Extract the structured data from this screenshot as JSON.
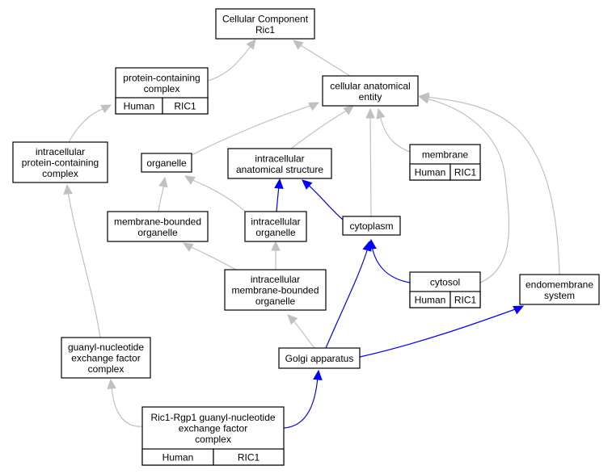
{
  "graph": {
    "colors": {
      "gray_edge": "#c0c0c0",
      "blue_edge": "#0000ff",
      "annotation_fill": "#ff6347",
      "node_border": "#000000"
    },
    "nodes": [
      {
        "id": "cc_ric1",
        "lines": [
          "Cellular Component",
          "Ric1"
        ]
      },
      {
        "id": "protein_containing_complex",
        "lines": [
          "protein-containing",
          "complex"
        ],
        "annotations": [
          "Human",
          "RIC1"
        ]
      },
      {
        "id": "cellular_anatomical_entity",
        "lines": [
          "cellular anatomical",
          "entity"
        ]
      },
      {
        "id": "intracellular_pcc",
        "lines": [
          "intracellular",
          "protein-containing",
          "complex"
        ]
      },
      {
        "id": "organelle",
        "lines": [
          "organelle"
        ]
      },
      {
        "id": "intracellular_anatomical_structure",
        "lines": [
          "intracellular",
          "anatomical structure"
        ]
      },
      {
        "id": "membrane",
        "lines": [
          "membrane"
        ],
        "annotations": [
          "Human",
          "RIC1"
        ]
      },
      {
        "id": "membrane_bounded_organelle",
        "lines": [
          "membrane-bounded",
          "organelle"
        ]
      },
      {
        "id": "intracellular_organelle",
        "lines": [
          "intracellular",
          "organelle"
        ]
      },
      {
        "id": "cytoplasm",
        "lines": [
          "cytoplasm"
        ]
      },
      {
        "id": "intracellular_mbo",
        "lines": [
          "intracellular",
          "membrane-bounded",
          "organelle"
        ]
      },
      {
        "id": "cytosol",
        "lines": [
          "cytosol"
        ],
        "annotations": [
          "Human",
          "RIC1"
        ]
      },
      {
        "id": "endomembrane_system",
        "lines": [
          "endomembrane",
          "system"
        ]
      },
      {
        "id": "gef_complex",
        "lines": [
          "guanyl-nucleotide",
          "exchange factor",
          "complex"
        ]
      },
      {
        "id": "golgi_apparatus",
        "lines": [
          "Golgi apparatus"
        ]
      },
      {
        "id": "ric1_rgp1_complex",
        "lines": [
          "Ric1-Rgp1 guanyl-nucleotide",
          "exchange factor",
          "complex"
        ],
        "annotations": [
          "Human",
          "RIC1"
        ]
      }
    ],
    "edges": [
      {
        "from": "protein_containing_complex",
        "to": "cc_ric1",
        "style": "gray"
      },
      {
        "from": "cellular_anatomical_entity",
        "to": "cc_ric1",
        "style": "gray"
      },
      {
        "from": "intracellular_pcc",
        "to": "protein_containing_complex",
        "style": "gray"
      },
      {
        "from": "organelle",
        "to": "cellular_anatomical_entity",
        "style": "gray"
      },
      {
        "from": "intracellular_anatomical_structure",
        "to": "cellular_anatomical_entity",
        "style": "gray"
      },
      {
        "from": "cytoplasm",
        "to": "cellular_anatomical_entity",
        "style": "gray"
      },
      {
        "from": "membrane",
        "to": "cellular_anatomical_entity",
        "style": "gray"
      },
      {
        "from": "cytosol",
        "to": "cellular_anatomical_entity",
        "style": "gray"
      },
      {
        "from": "endomembrane_system",
        "to": "cellular_anatomical_entity",
        "style": "gray"
      },
      {
        "from": "membrane_bounded_organelle",
        "to": "organelle",
        "style": "gray"
      },
      {
        "from": "intracellular_organelle",
        "to": "organelle",
        "style": "gray"
      },
      {
        "from": "intracellular_organelle",
        "to": "intracellular_anatomical_structure",
        "style": "blue"
      },
      {
        "from": "cytoplasm",
        "to": "intracellular_anatomical_structure",
        "style": "blue"
      },
      {
        "from": "intracellular_mbo",
        "to": "membrane_bounded_organelle",
        "style": "gray"
      },
      {
        "from": "intracellular_mbo",
        "to": "intracellular_organelle",
        "style": "gray"
      },
      {
        "from": "cytosol",
        "to": "cytoplasm",
        "style": "blue"
      },
      {
        "from": "golgi_apparatus",
        "to": "cytoplasm",
        "style": "blue"
      },
      {
        "from": "golgi_apparatus",
        "to": "intracellular_mbo",
        "style": "gray"
      },
      {
        "from": "golgi_apparatus",
        "to": "endomembrane_system",
        "style": "blue"
      },
      {
        "from": "gef_complex",
        "to": "intracellular_pcc",
        "style": "gray"
      },
      {
        "from": "ric1_rgp1_complex",
        "to": "gef_complex",
        "style": "gray"
      },
      {
        "from": "ric1_rgp1_complex",
        "to": "golgi_apparatus",
        "style": "blue"
      }
    ]
  }
}
